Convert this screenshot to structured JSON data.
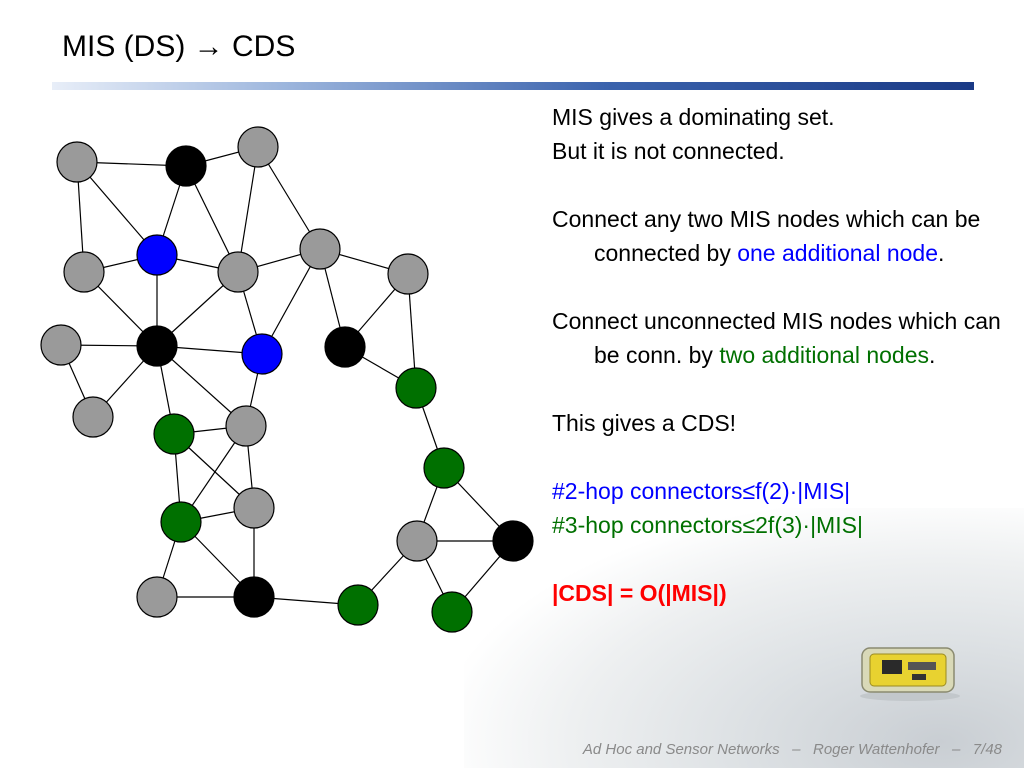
{
  "slide": {
    "title": "MIS (DS) → CDS",
    "lines": {
      "l1": "MIS gives a dominating set.",
      "l2": "But it is not connected.",
      "p2a": "Connect any two MIS nodes which can be connected by ",
      "p2b": "one additional node",
      "p2c": ".",
      "p3a": "Connect unconnected MIS nodes which can be conn. by ",
      "p3b": "two additional nodes",
      "p3c": ".",
      "p4": "This gives a CDS!",
      "f1": "#2-hop connectors≤f(2)·|MIS|",
      "f2": "#3-hop connectors≤2f(3)·|MIS|",
      "f3": "|CDS| = O(|MIS|)"
    },
    "footer": "Ad Hoc and Sensor Networks   –   Roger Wattenhofer   –   7/48"
  },
  "colors": {
    "gray_node": "#9a9a9a",
    "black_node": "#000000",
    "blue_node": "#0000ff",
    "green_node": "#007000",
    "edge": "#000000"
  }
}
